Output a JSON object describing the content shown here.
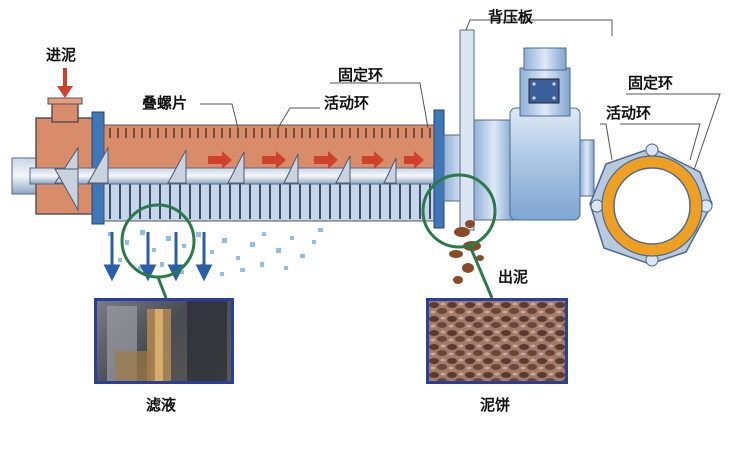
{
  "labels": {
    "inlet": "进泥",
    "stacked_plates": "叠螺片",
    "fixed_ring": "固定环",
    "moving_ring": "活动环",
    "back_plate": "背压板",
    "ring_fixed_detail": "固定环",
    "ring_moving_detail": "活动环",
    "discharge": "出泥",
    "filtrate": "滤液",
    "sludge_cake": "泥饼"
  },
  "colors": {
    "sludge_fill": "#d98c6a",
    "frame_blue": "#3e78b8",
    "callout_green": "#2a7a4a",
    "arrow_red": "#d0402a",
    "ring_orange": "#f0a020",
    "photo_border": "#2a3f9a"
  }
}
